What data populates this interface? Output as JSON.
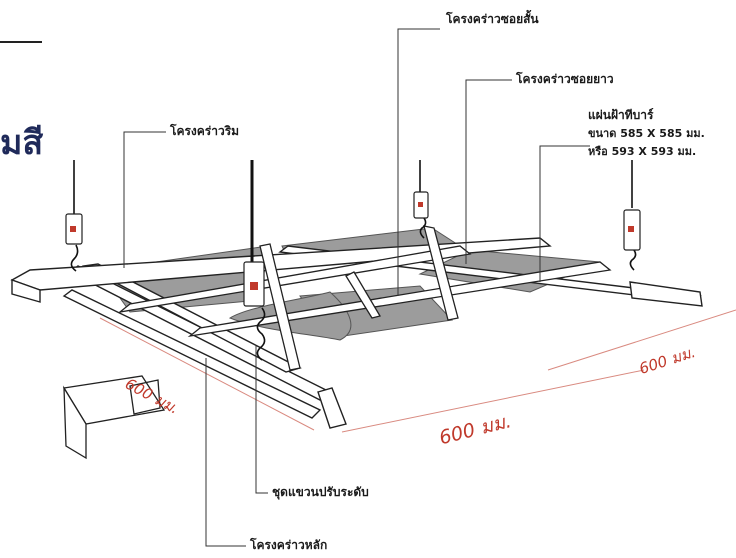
{
  "header": {
    "partial_title": "มสี"
  },
  "labels": {
    "cross_tee_short": "โครงคร่าวซอยสั้น",
    "cross_tee_long": "โครงคร่าวซอยยาว",
    "wall_angle": "โครงคร่าวริม",
    "panel_line1": "แผ่นฝ้าทีบาร์",
    "panel_line2": "ขนาด 585 X 585 มม.",
    "panel_line3": "หรือ 593 X 593 มม.",
    "hanger": "ชุดแขวนปรับระดับ",
    "main_tee": "โครงคร่าวหลัก"
  },
  "dimensions": {
    "left": "600 มม.",
    "front": "600 มม.",
    "right": "600 มม."
  },
  "colors": {
    "title": "#1f2a5a",
    "dimension": "#c0392b",
    "panel": "#9a9a9a",
    "frame": "#ffffff",
    "leader": "#333333"
  }
}
